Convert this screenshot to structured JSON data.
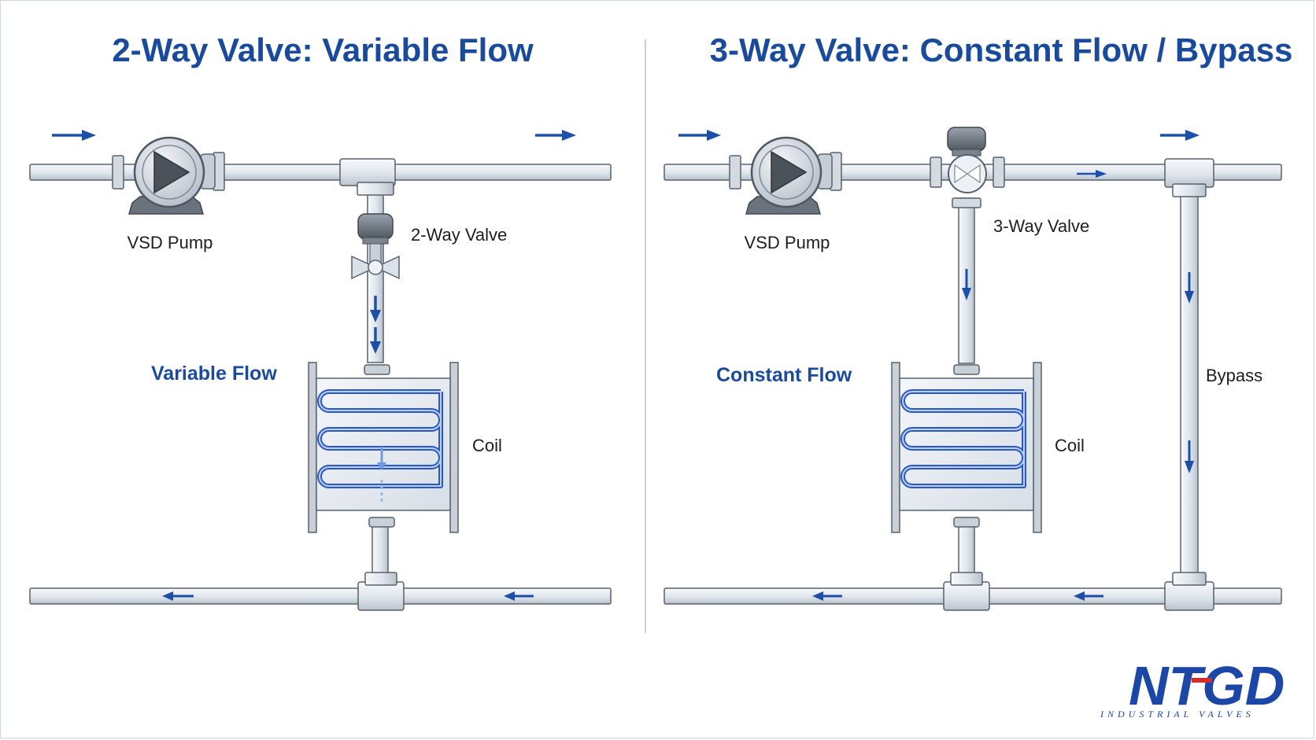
{
  "colors": {
    "title": "#1a4a9c",
    "flow_arrow": "#1d4fa8",
    "coil_tube": "#2c58c4",
    "pipe_fill": "#e7ecf2",
    "pipe_stroke": "#58616b",
    "logo_blue": "#1c47a6",
    "logo_red": "#d32f2f"
  },
  "left_panel": {
    "title": "2-Way Valve: Variable Flow",
    "pump_label": "VSD Pump",
    "valve_label": "2-Way Valve",
    "flow_label": "Variable Flow",
    "coil_label": "Coil"
  },
  "right_panel": {
    "title": "3-Way Valve: Constant Flow / Bypass",
    "pump_label": "VSD Pump",
    "valve_label": "3-Way Valve",
    "flow_label": "Constant Flow",
    "coil_label": "Coil",
    "bypass_label": "Bypass"
  },
  "logo": {
    "brand": "NTGD",
    "tagline": "INDUSTRIAL VALVES"
  },
  "icons": [
    "flow-arrow-icon",
    "pump-play-icon",
    "valve-actuator-icon",
    "coil-serpentine-icon",
    "pipe-tee-icon"
  ]
}
